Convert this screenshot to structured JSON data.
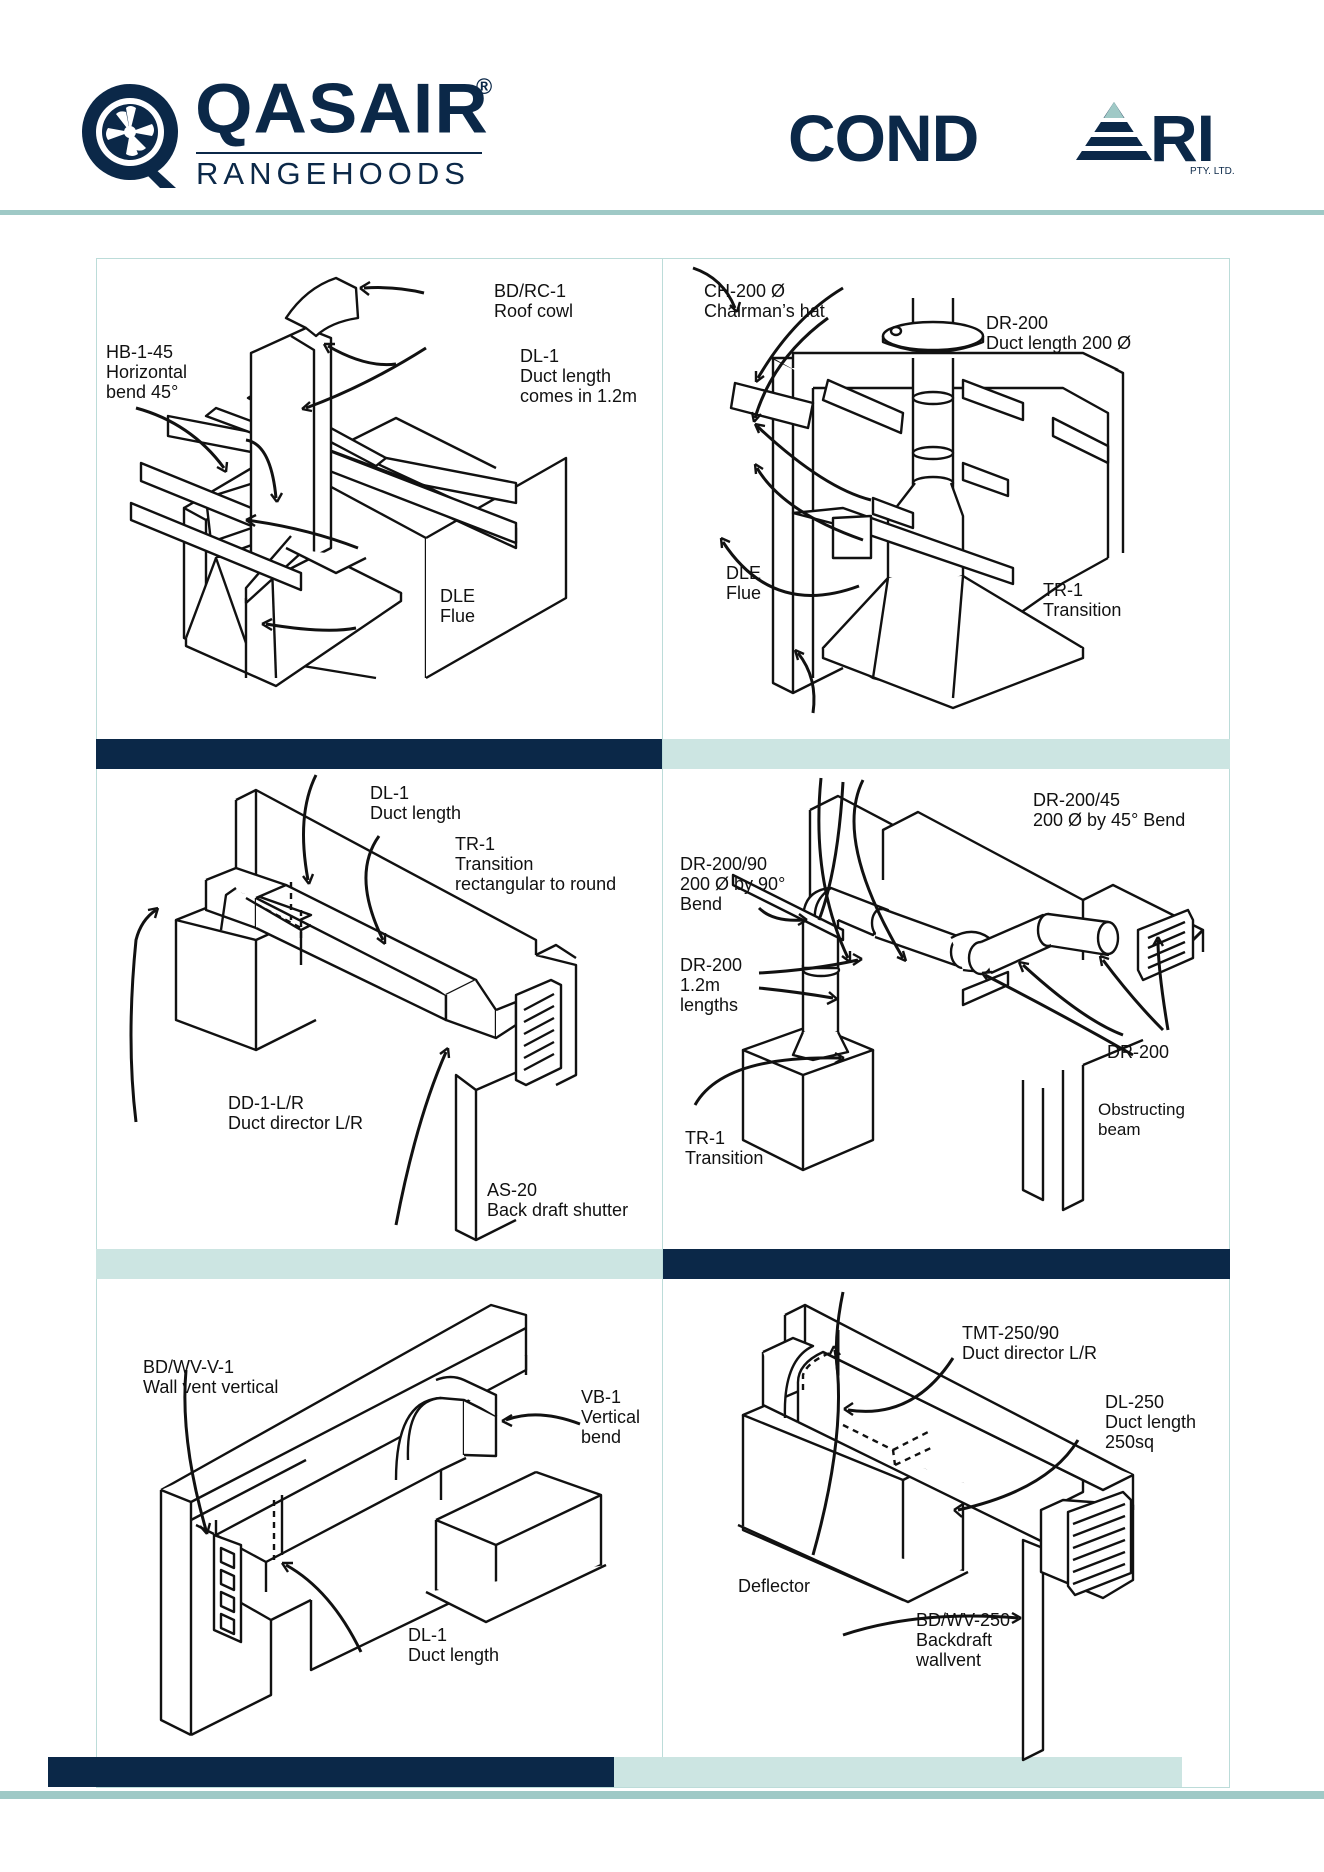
{
  "header": {
    "qasair_brand": "QASAIR",
    "qasair_reg": "®",
    "qasair_sub": "RANGEHOODS",
    "condari_left": "COND",
    "condari_right": "RI",
    "condari_sub": "PTY. LTD."
  },
  "colors": {
    "navy": "#0b2848",
    "teal": "#cce5e2",
    "teal_line": "#9fc9c6"
  },
  "panels": [
    {
      "id": "p1",
      "labels": [
        "BD/RC-1\nRoof cowl",
        "HB-1-45\nHorizontal\nbend 45°",
        "DL-1\nDuct length\ncomes in 1.2m",
        "DLE\nFlue"
      ]
    },
    {
      "id": "p2",
      "labels": [
        "CH-200 Ø\nChairman’s hat",
        "DR-200\nDuct length 200 Ø",
        "DLE\nFlue",
        "TR-1\nTransition"
      ]
    },
    {
      "id": "p3",
      "labels": [
        "DL-1\nDuct length",
        "TR-1\nTransition\nrectangular to round",
        "DD-1-L/R\nDuct director L/R",
        "AS-20\nBack draft shutter"
      ]
    },
    {
      "id": "p4",
      "labels": [
        "DR-200/45\n200 Ø by 45° Bend",
        "DR-200/90\n200 Ø by 90°\nBend",
        "DR-200\n1.2m\nlengths",
        "DR-200",
        "Obstructing\nbeam",
        "TR-1\nTransition"
      ]
    },
    {
      "id": "p5",
      "labels": [
        "BD/WV-V-1\nWall vent vertical",
        "VB-1\nVertical\nbend",
        "DL-1\nDuct length"
      ]
    },
    {
      "id": "p6",
      "labels": [
        "TMT-250/90\nDuct director L/R",
        "DL-250\nDuct length\n250sq",
        "Deflector",
        "BD/WV-250\nBackdraft\nwallvent"
      ]
    }
  ]
}
